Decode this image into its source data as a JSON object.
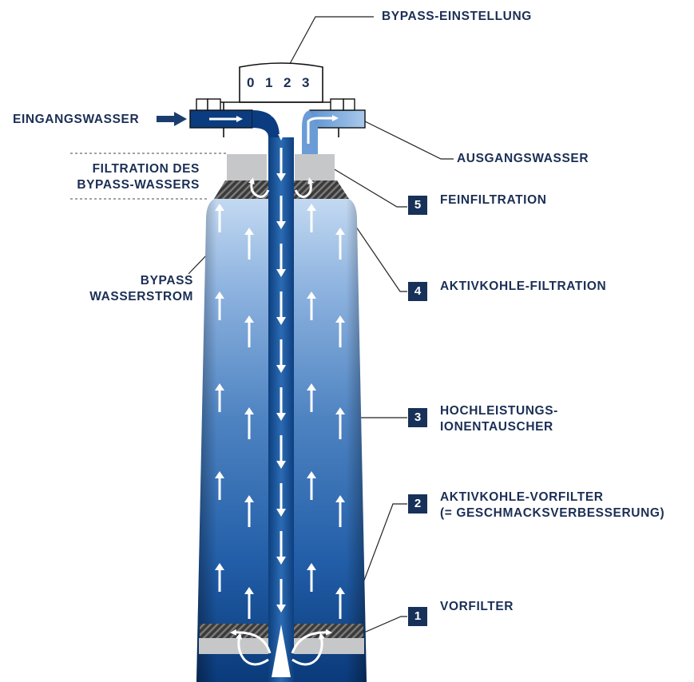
{
  "labels": {
    "bypass_setting": "BYPASS-EINSTELLUNG",
    "inlet": "EINGANGSWASSER",
    "outlet": "AUSGANGSWASSER",
    "bypass_filtration_1": "FILTRATION DES",
    "bypass_filtration_2": "BYPASS-WASSERS",
    "bypass_flow_1": "BYPASS",
    "bypass_flow_2": "WASSERSTROM"
  },
  "bypass_settings": [
    "0",
    "1",
    "2",
    "3"
  ],
  "stages": [
    {
      "number": "5",
      "lines": [
        "FEINFILTRATION"
      ]
    },
    {
      "number": "4",
      "lines": [
        "AKTIVKOHLE-FILTRATION"
      ]
    },
    {
      "number": "3",
      "lines": [
        "HOCHLEISTUNGS-",
        "IONENTAUSCHER"
      ]
    },
    {
      "number": "2",
      "lines": [
        "AKTIVKOHLE-VORFILTER",
        "(= GESCHMACKSVERBESSERUNG)"
      ]
    },
    {
      "number": "1",
      "lines": [
        "VORFILTER"
      ]
    }
  ],
  "colors": {
    "navy": "#173159",
    "water_light": "#b9d3ee",
    "water_dark": "#0d3f80",
    "filter_grey": "#c6c7c9"
  }
}
